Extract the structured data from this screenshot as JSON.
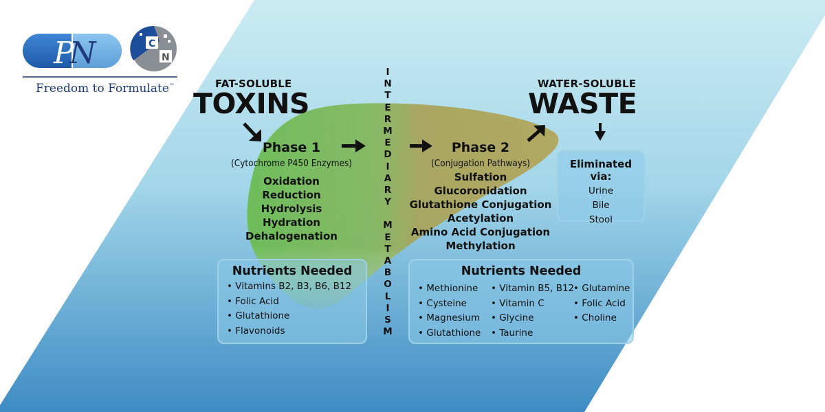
{
  "brand": {
    "tagline": "Freedom to Formulate",
    "trademark": "™",
    "logo_letters": "PN",
    "badge_letters": [
      "C",
      "N"
    ]
  },
  "left": {
    "pre": "FAT-SOLUBLE",
    "big": "TOXINS"
  },
  "right": {
    "pre": "WATER-SOLUBLE",
    "big": "WASTE"
  },
  "vertical_label": "INTERMEDIARY METABOLISM",
  "phase1": {
    "title": "Phase 1",
    "subtitle": "(Cytochrome P450 Enzymes)",
    "items": [
      "Oxidation",
      "Reduction",
      "Hydrolysis",
      "Hydration",
      "Dehalogenation"
    ]
  },
  "phase2": {
    "title": "Phase 2",
    "subtitle": "(Conjugation Pathways)",
    "items": [
      "Sulfation",
      "Glucoronidation",
      "Glutathione Conjugation",
      "Acetylation",
      "Amino Acid Conjugation",
      "Methylation"
    ]
  },
  "elimination": {
    "title": "Eliminated via:",
    "items": [
      "Urine",
      "Bile",
      "Stool"
    ]
  },
  "nutrients1": {
    "title": "Nutrients Needed",
    "items": [
      "Vitamins B2, B3, B6, B12",
      "Folic Acid",
      "Glutathione",
      "Flavonoids"
    ]
  },
  "nutrients2": {
    "title": "Nutrients Needed",
    "col1": [
      "Methionine",
      "Cysteine",
      "Magnesium",
      "Glutathione"
    ],
    "col2": [
      "Vitamin B5, B12",
      "Vitamin C",
      "Glycine",
      "Taurine"
    ],
    "col3": [
      "Glutamine",
      "Folic Acid",
      "Choline"
    ]
  },
  "colors": {
    "sky_top": "#c9eaf2",
    "sky_bottom": "#3f8fc6",
    "liver_left": "#6fbf5a",
    "liver_right": "#a9a35a",
    "brand_blue": "#2a6fc0",
    "text": "#111111"
  }
}
